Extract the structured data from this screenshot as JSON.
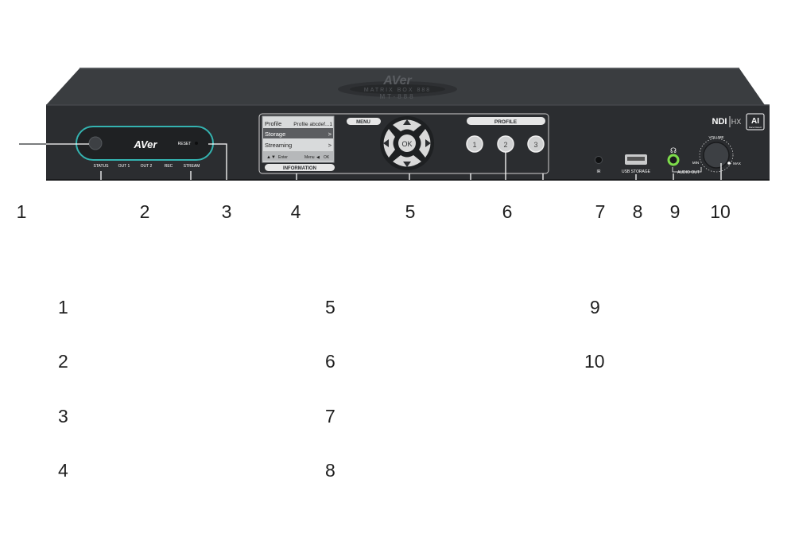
{
  "device": {
    "brand_top": "AVer",
    "model_top_line1": "MATRIX BOX 888",
    "model_top_line2": "MT-888",
    "brand_front": "AVer",
    "reset_label": "RESET",
    "leds": [
      "STATUS",
      "OUT 1",
      "OUT 2",
      "REC",
      "STREAM"
    ],
    "lcd_rows": [
      {
        "left": "Profile",
        "right": "Profile abcdef...1"
      },
      {
        "left": "Storage",
        "right": ">"
      },
      {
        "left": "Streaming",
        "right": ">"
      }
    ],
    "lcd_softkeys": [
      "▲▼",
      "Enter",
      "",
      "Menu",
      "◀",
      "OK"
    ],
    "menu_label": "MENU",
    "ok_label": "OK",
    "information_label": "INFORMATION",
    "profile_label": "PROFILE",
    "profile_buttons": [
      "1",
      "2",
      "3"
    ],
    "ir_label": "IR",
    "usb_label": "USB STORAGE",
    "audio_out_label": "AUDIO OUT",
    "volume_label": "VOLUME",
    "vol_min": "MIN",
    "vol_max": "MAX",
    "ndi_label": "NDI",
    "hx_label": "HX",
    "ai_label": "AI",
    "ai_sub": "Face Detect"
  },
  "callouts": [
    "1",
    "2",
    "3",
    "4",
    "5",
    "6",
    "7",
    "8",
    "9",
    "10"
  ],
  "legend": {
    "col1": [
      "1",
      "2",
      "3",
      "4"
    ],
    "col2": [
      "5",
      "6",
      "7",
      "8"
    ],
    "col3": [
      "9",
      "10"
    ]
  }
}
